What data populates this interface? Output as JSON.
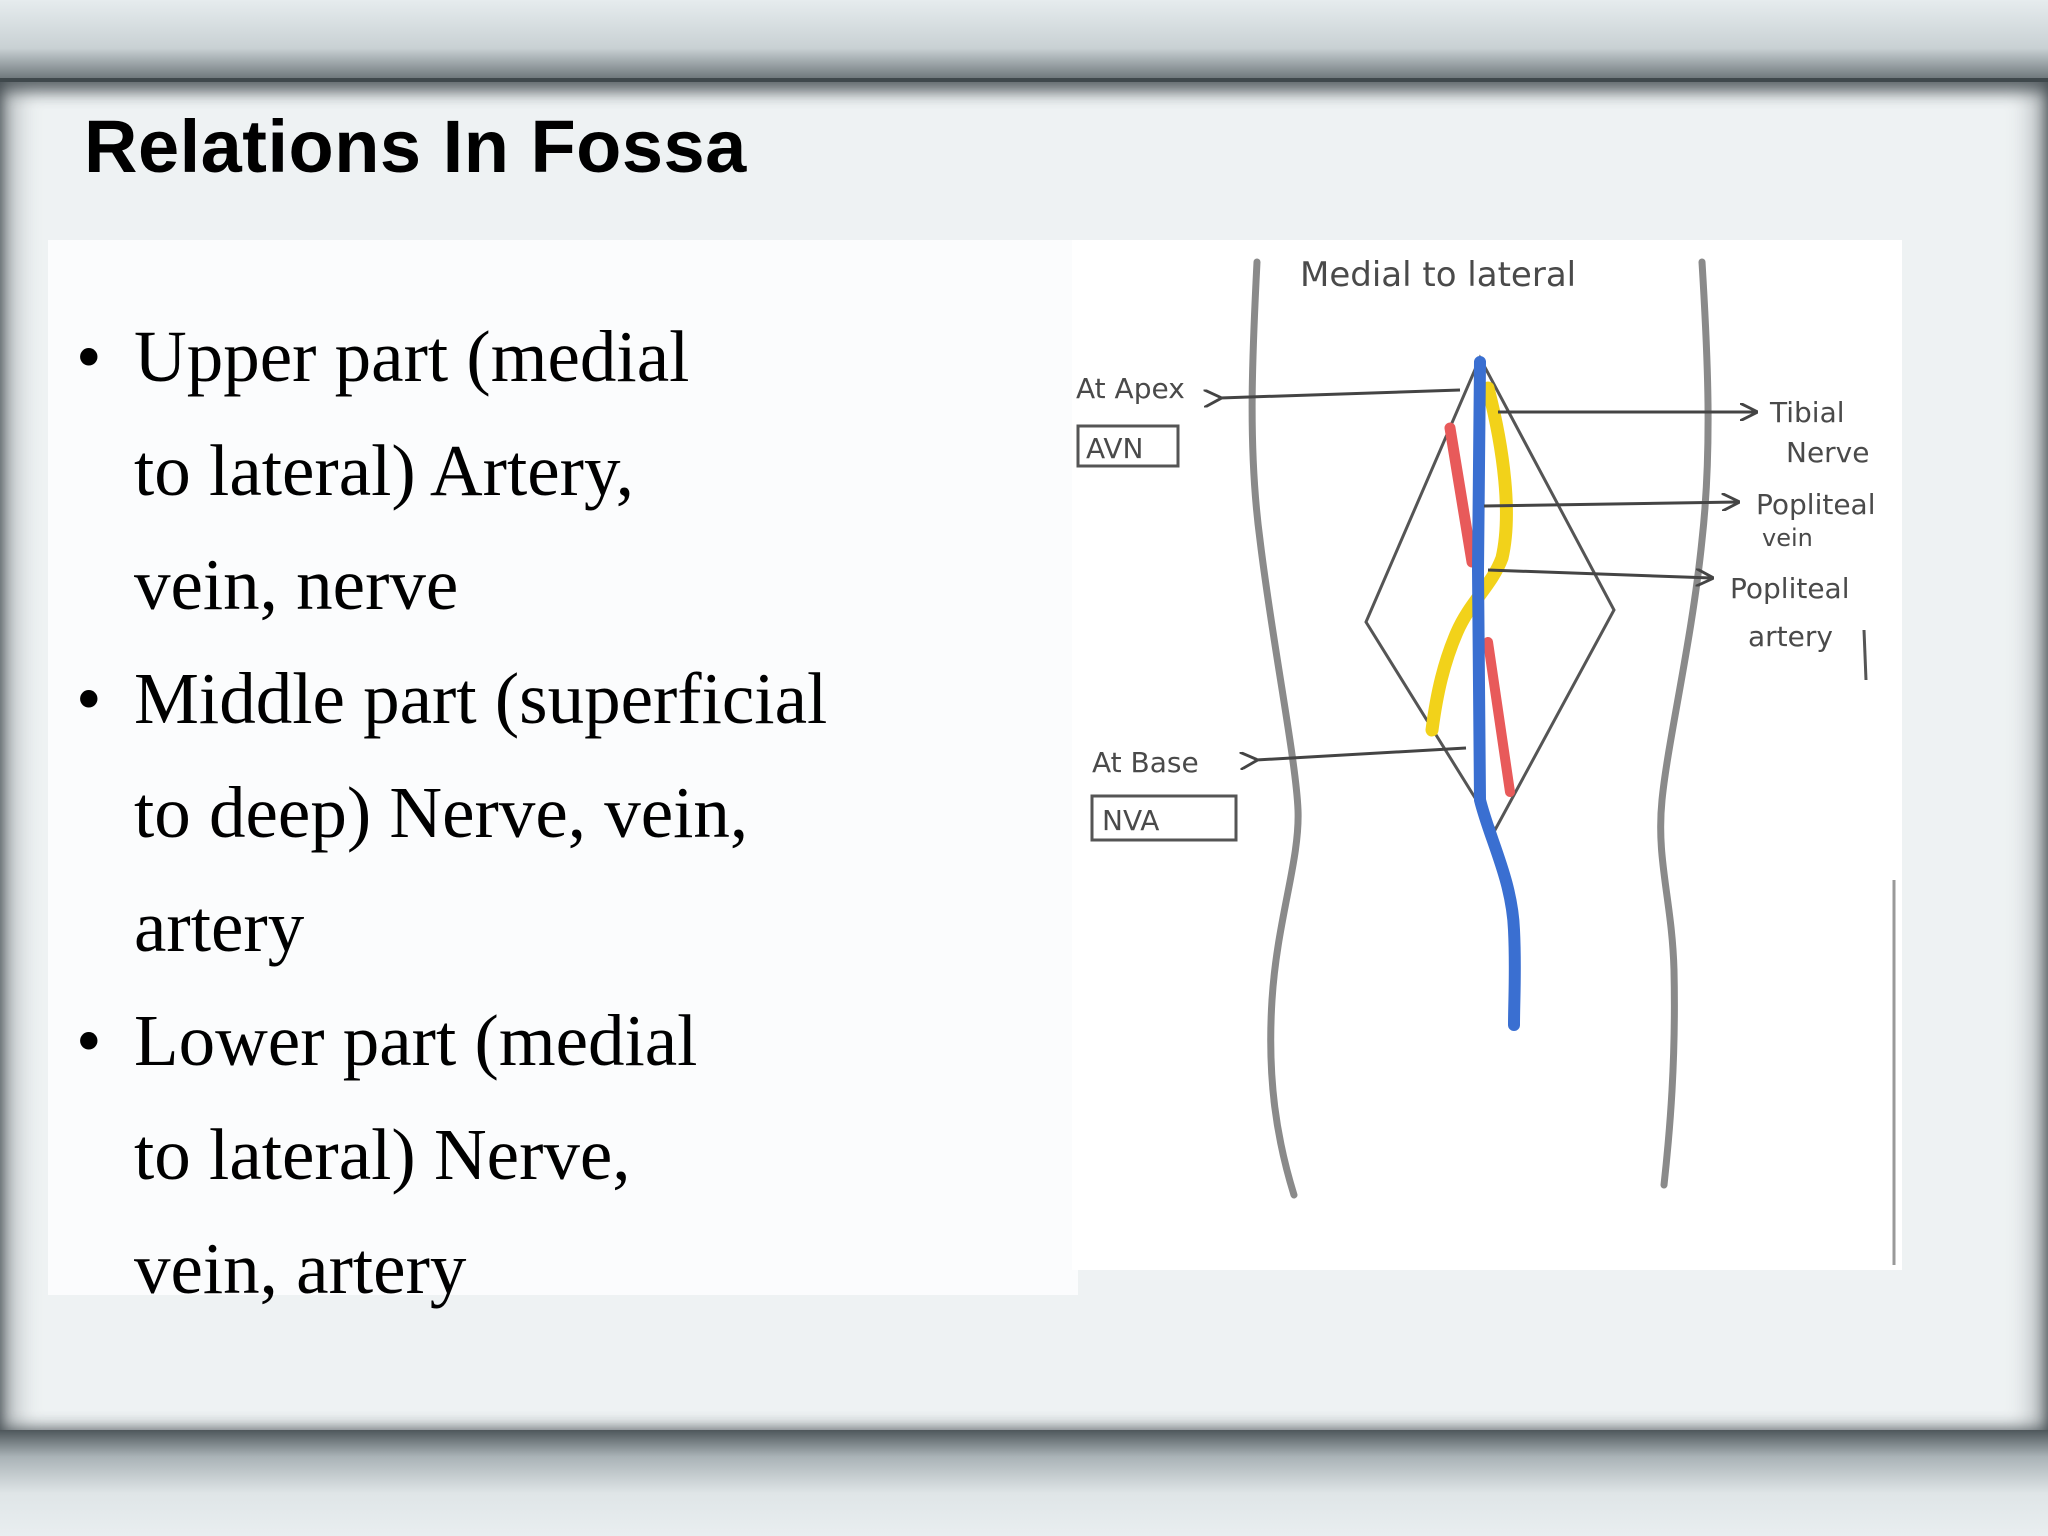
{
  "slide": {
    "title": "Relations In Fossa",
    "bullets": [
      {
        "lines": [
          "Upper part (medial",
          "to lateral) Artery,",
          "vein, nerve"
        ]
      },
      {
        "lines": [
          "Middle part (superficial",
          "to deep) Nerve, vein,",
          "artery"
        ]
      },
      {
        "lines": [
          "Lower part (medial",
          "to lateral) Nerve,",
          "vein, artery"
        ]
      }
    ],
    "bullet_glyph": "•"
  },
  "diagram": {
    "heading": "Medial to lateral",
    "apex_label": "At Apex",
    "apex_box": "AVN",
    "base_label": "At Base",
    "base_box": "NVA",
    "tibial_nerve": [
      "Tibial",
      "Nerve"
    ],
    "popliteal_vein": [
      "Popliteal",
      "vein"
    ],
    "popliteal_artery": [
      "Popliteal",
      "artery"
    ],
    "colors": {
      "artery": "#e85a5a",
      "vein": "#3a6fd1",
      "nerve": "#f2d21a",
      "outline": "#555555"
    }
  }
}
